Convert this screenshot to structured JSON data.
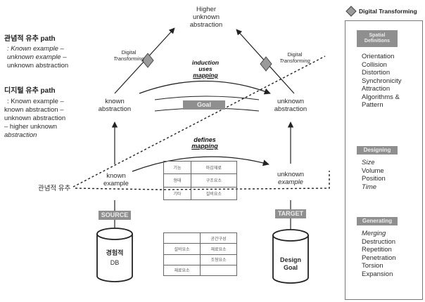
{
  "left": {
    "path1_title": "관념적 유추 path",
    "path1_lines": [
      ": Known example –",
      "unknown example –",
      "unknown abstraction"
    ],
    "path2_title": "디지털 유추 path",
    "path2_lines": [
      ": Known example –",
      "known abstraction –",
      "unknown abstraction",
      "– higher unknown",
      "abstraction"
    ],
    "conceptual_label": "관념적 유추"
  },
  "diagram": {
    "higher": [
      "Higher",
      "unknown",
      "abstraction"
    ],
    "known_abstraction": [
      "known",
      "abstraction"
    ],
    "unknown_abstraction": [
      "unknown",
      "abstraction"
    ],
    "known_example": [
      "known",
      "example"
    ],
    "unknown_example": [
      "unknown",
      "example"
    ],
    "digital_left": [
      "Digital",
      "Transforming"
    ],
    "digital_right": [
      "Digital",
      "Transforming"
    ],
    "induction": [
      "induction",
      "uses",
      "mapping"
    ],
    "goal_label": "Goal",
    "defines": [
      "defines",
      "mapping"
    ],
    "source_label": "SOURCE",
    "target_label": "TARGET",
    "db_label": [
      "경험적",
      "DB"
    ],
    "goal_cyl_label": [
      "Design",
      "Goal"
    ],
    "table_top": [
      [
        "기능",
        "마감재료"
      ],
      [
        "형태",
        "구조요소"
      ],
      [
        "기타",
        "설비요소"
      ]
    ],
    "table_bottom": [
      [
        "",
        "공간구성"
      ],
      [
        "설비요소",
        "재료요소"
      ],
      [
        "",
        "조형요소"
      ],
      [
        "재료요소",
        ""
      ]
    ]
  },
  "legend": {
    "title": "Digital Transforming",
    "group1_header": "Spatial Definitions",
    "group1_items": [
      "Orientation",
      "Collision",
      "Distortion",
      "Synchronicity",
      "Attraction",
      "Algorithms &",
      "Pattern"
    ],
    "group2_header": "Designing",
    "group2_items": [
      "Size",
      "Volume",
      "Position",
      "Time"
    ],
    "group3_header": "Generating",
    "group3_items": [
      "Merging",
      "Destruction",
      "Repetition",
      "Penetration",
      "Torsion",
      "Expansion"
    ]
  }
}
